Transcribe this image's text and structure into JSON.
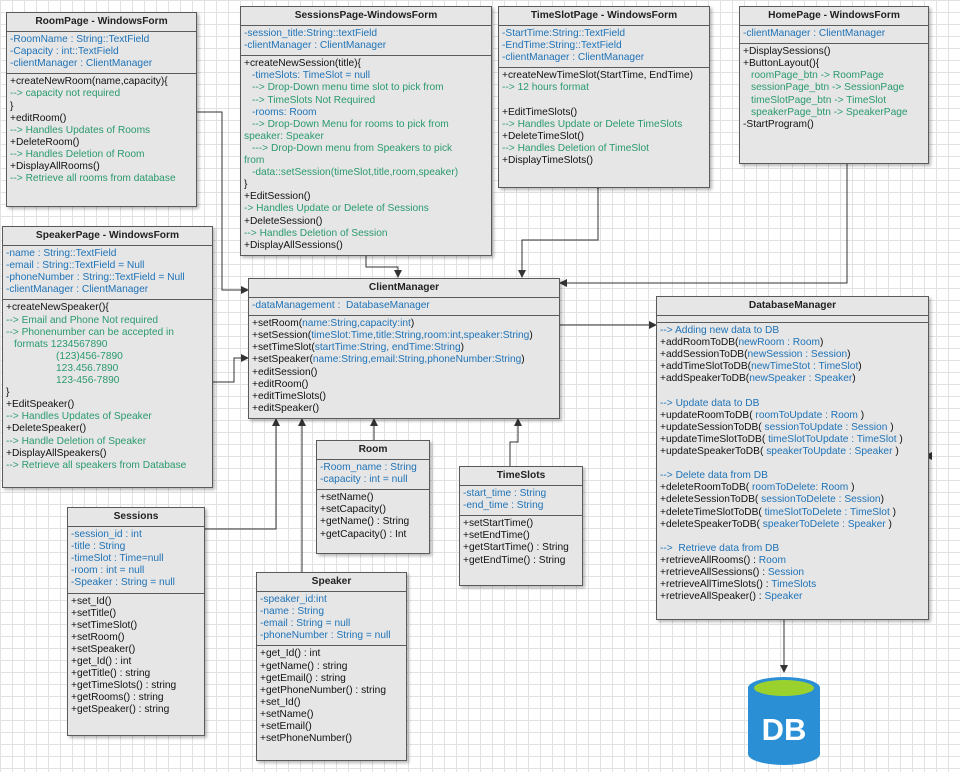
{
  "roomPage": {
    "title": "RoomPage - WindowsForm",
    "attrs": [
      "-RoomName : String::TextField",
      "-Capacity : int::TextField",
      "-clientManager : ClientManager"
    ],
    "methods": [
      {
        "t": "+createNewRoom(name,capacity){",
        "k": "m"
      },
      {
        "t": "--> capacity not required",
        "k": "c"
      },
      {
        "t": "}",
        "k": "m"
      },
      {
        "t": "+editRoom()",
        "k": "m"
      },
      {
        "t": "--> Handles Updates of Rooms",
        "k": "c"
      },
      {
        "t": "+DeleteRoom()",
        "k": "m"
      },
      {
        "t": "--> Handles Deletion of Room",
        "k": "c"
      },
      {
        "t": "+DisplayAllRooms()",
        "k": "m"
      },
      {
        "t": "--> Retrieve all rooms from database",
        "k": "c"
      }
    ]
  },
  "sessionsPage": {
    "title": "SessionsPage-WindowsForm",
    "attrs": [
      "-session_title:String::textField",
      "-clientManager : ClientManager"
    ],
    "methods": [
      {
        "t": "+createNewSession(title){",
        "k": "m"
      },
      {
        "t": "-timeSlots: TimeSlot = null",
        "k": "a",
        "i": 1
      },
      {
        "t": "--> Drop-Down menu time slot to pick from",
        "k": "c",
        "i": 1
      },
      {
        "t": "--> TimeSlots Not Required",
        "k": "c",
        "i": 1
      },
      {
        "t": "-rooms: Room",
        "k": "a",
        "i": 1
      },
      {
        "t": "--> Drop-Down Menu for rooms to pick from",
        "k": "c",
        "i": 1
      },
      {
        "t": "speaker: Speaker",
        "k": "c"
      },
      {
        "t": "---> Drop-Down menu from Speakers to pick",
        "k": "c",
        "i": 1
      },
      {
        "t": "from",
        "k": "c"
      },
      {
        "t": "-data::setSession(timeSlot,title,room,speaker)",
        "k": "c",
        "i": 1
      },
      {
        "t": "}",
        "k": "m"
      },
      {
        "t": "+EditSession()",
        "k": "m"
      },
      {
        "t": "-> Handles Update or Delete of Sessions",
        "k": "c"
      },
      {
        "t": "+DeleteSession()",
        "k": "m"
      },
      {
        "t": "--> Handles Deletion of Session",
        "k": "c"
      },
      {
        "t": "+DisplayAllSessions()",
        "k": "m"
      }
    ]
  },
  "timeSlotPage": {
    "title": "TimeSlotPage - WindowsForm",
    "attrs": [
      "-StartTime:String::TextField",
      "-EndTime:String::TextField",
      "-clientManager : ClientManager"
    ],
    "methods": [
      {
        "t": "+createNewTimeSlot(StartTime, EndTime)",
        "k": "m"
      },
      {
        "t": "--> 12 hours format",
        "k": "c"
      },
      {
        "t": " ",
        "k": "m"
      },
      {
        "t": "+EditTimeSlots()",
        "k": "m"
      },
      {
        "t": "--> Handles Update or Delete TimeSlots",
        "k": "c"
      },
      {
        "t": "+DeleteTimeSlot()",
        "k": "m"
      },
      {
        "t": "--> Handles Deletion of TimeSlot",
        "k": "c"
      },
      {
        "t": "+DisplayTimeSlots()",
        "k": "m"
      }
    ]
  },
  "homePage": {
    "title": "HomePage - WindowsForm",
    "attrs": [
      "-clientManager : ClientManager"
    ],
    "methods": [
      {
        "t": "+DisplaySessions()",
        "k": "m"
      },
      {
        "t": "+ButtonLayout(){",
        "k": "m"
      },
      {
        "t": "roomPage_btn -> RoomPage",
        "k": "c",
        "i": 1
      },
      {
        "t": "sessionPage_btn -> SessionPage",
        "k": "c",
        "i": 1
      },
      {
        "t": "timeSlotPage_btn -> TimeSlot",
        "k": "c",
        "i": 1
      },
      {
        "t": "speakerPage_btn -> SpeakerPage",
        "k": "c",
        "i": 1
      },
      {
        "t": "-StartProgram()",
        "k": "m"
      }
    ]
  },
  "speakerPage": {
    "title": "SpeakerPage - WindowsForm",
    "attrs": [
      "-name : String::TextField",
      "-email : String::TextField = Null",
      "-phoneNumber : String::TextField = Null",
      "-clientManager : ClientManager"
    ],
    "methods": [
      {
        "t": "+createNewSpeaker(){",
        "k": "m"
      },
      {
        "t": "--> Email and Phone Not required",
        "k": "c"
      },
      {
        "t": "--> Phonenumber can be accepted in",
        "k": "c"
      },
      {
        "t": "formats 1234567890",
        "k": "c",
        "i": 1
      },
      {
        "t": "(123)456-7890",
        "k": "c",
        "i": 3
      },
      {
        "t": "123.456.7890",
        "k": "c",
        "i": 3
      },
      {
        "t": "123-456-7890",
        "k": "c",
        "i": 3
      },
      {
        "t": "}",
        "k": "m"
      },
      {
        "t": "+EditSpeaker()",
        "k": "m"
      },
      {
        "t": "--> Handles Updates of Speaker",
        "k": "c"
      },
      {
        "t": "+DeleteSpeaker()",
        "k": "m"
      },
      {
        "t": "--> Handle Deletion of Speaker",
        "k": "c"
      },
      {
        "t": "+DisplayAllSpeakers()",
        "k": "m"
      },
      {
        "t": "--> Retrieve all speakers from Database",
        "k": "c"
      }
    ]
  },
  "clientManager": {
    "title": "ClientManager",
    "attrs": [
      "-dataManagement :  DatabaseManager"
    ],
    "methods": [
      {
        "parts": [
          [
            "+setRoom(",
            "m"
          ],
          [
            "name:String,capacity:int",
            "a"
          ],
          [
            ")",
            "m"
          ]
        ]
      },
      {
        "parts": [
          [
            "+setSession(",
            "m"
          ],
          [
            "timeSlot:Time,title:String,room:int,speaker:String",
            "a"
          ],
          [
            ")",
            "m"
          ]
        ]
      },
      {
        "parts": [
          [
            "+setTimeSlot(",
            "m"
          ],
          [
            "startTime:String, endTime:String",
            "a"
          ],
          [
            ")",
            "m"
          ]
        ]
      },
      {
        "parts": [
          [
            "+setSpeaker(",
            "m"
          ],
          [
            "name:String,email:String,phoneNumber:String",
            "a"
          ],
          [
            ")",
            "m"
          ]
        ]
      },
      {
        "parts": [
          [
            "+editSession()",
            "m"
          ]
        ]
      },
      {
        "parts": [
          [
            "+editRoom()",
            "m"
          ]
        ]
      },
      {
        "parts": [
          [
            "+editTimeSlots()",
            "m"
          ]
        ]
      },
      {
        "parts": [
          [
            "+editSpeaker()",
            "m"
          ]
        ]
      }
    ]
  },
  "databaseManager": {
    "title": "DatabaseManager",
    "methods": [
      {
        "parts": [
          [
            "--> Adding new data to DB",
            "a"
          ]
        ]
      },
      {
        "parts": [
          [
            "+addRoomToDB(",
            "m"
          ],
          [
            "newRoom : Room",
            "a"
          ],
          [
            ")",
            "m"
          ]
        ]
      },
      {
        "parts": [
          [
            "+addSessionToDB(",
            "m"
          ],
          [
            "newSession : Session",
            "a"
          ],
          [
            ")",
            "m"
          ]
        ]
      },
      {
        "parts": [
          [
            "+addTimeSlotToDB(",
            "m"
          ],
          [
            "newTimeStot : TimeSlot",
            "a"
          ],
          [
            ")",
            "m"
          ]
        ]
      },
      {
        "parts": [
          [
            "+addSpeakerToDB(",
            "m"
          ],
          [
            "newSpeaker : Speaker",
            "a"
          ],
          [
            ")",
            "m"
          ]
        ]
      },
      {
        "parts": [
          [
            " ",
            "m"
          ]
        ]
      },
      {
        "parts": [
          [
            "--> Update data to DB",
            "a"
          ]
        ]
      },
      {
        "parts": [
          [
            "+updateRoomToDB( ",
            "m"
          ],
          [
            "roomToUpdate : Room",
            "a"
          ],
          [
            " )",
            "m"
          ]
        ]
      },
      {
        "parts": [
          [
            "+updateSessionToDB( ",
            "m"
          ],
          [
            "sessionToUpdate : Session",
            "a"
          ],
          [
            " )",
            "m"
          ]
        ]
      },
      {
        "parts": [
          [
            "+updateTimeSlotToDB( ",
            "m"
          ],
          [
            "timeSlotToUpdate : TimeSlot",
            "a"
          ],
          [
            " )",
            "m"
          ]
        ]
      },
      {
        "parts": [
          [
            "+updateSpeakerToDB( ",
            "m"
          ],
          [
            "speakerToUpdate : Speaker",
            "a"
          ],
          [
            " )",
            "m"
          ]
        ]
      },
      {
        "parts": [
          [
            " ",
            "m"
          ]
        ]
      },
      {
        "parts": [
          [
            "--> Delete data from DB",
            "a"
          ]
        ]
      },
      {
        "parts": [
          [
            "+deleteRoomToDB( ",
            "m"
          ],
          [
            "roomToDelete: Room",
            "a"
          ],
          [
            " )",
            "m"
          ]
        ]
      },
      {
        "parts": [
          [
            "+deleteSessionToDB( ",
            "m"
          ],
          [
            "sessionToDelete : Session",
            "a"
          ],
          [
            ")",
            "m"
          ]
        ]
      },
      {
        "parts": [
          [
            "+deleteTimeSlotToDB( ",
            "m"
          ],
          [
            "timeSlotToDelete : TimeSlot",
            "a"
          ],
          [
            " )",
            "m"
          ]
        ]
      },
      {
        "parts": [
          [
            "+deleteSpeakerToDB( ",
            "m"
          ],
          [
            "speakerToDelete : Speaker",
            "a"
          ],
          [
            " )",
            "m"
          ]
        ]
      },
      {
        "parts": [
          [
            " ",
            "m"
          ]
        ]
      },
      {
        "parts": [
          [
            "-->  Retrieve data from DB",
            "a"
          ]
        ]
      },
      {
        "parts": [
          [
            "+retrieveAllRooms() : ",
            "m"
          ],
          [
            "Room",
            "a"
          ]
        ]
      },
      {
        "parts": [
          [
            "+retrieveAllSessions() : ",
            "m"
          ],
          [
            "Session",
            "a"
          ]
        ]
      },
      {
        "parts": [
          [
            "+retrieveAllTimeSlots() : ",
            "m"
          ],
          [
            "TimeSlots",
            "a"
          ]
        ]
      },
      {
        "parts": [
          [
            "+retrieveAllSpeaker() : ",
            "m"
          ],
          [
            "Speaker",
            "a"
          ]
        ]
      }
    ]
  },
  "room": {
    "title": "Room",
    "attrs": [
      "-Room_name : String",
      "-capacity : int = null"
    ],
    "methods": [
      "+setName()",
      "+setCapacity()",
      "+getName() : String",
      "+getCapacity() : Int"
    ]
  },
  "timeSlots": {
    "title": "TimeSlots",
    "attrs": [
      "-start_time : String",
      "-end_time : String"
    ],
    "methods": [
      "+setStartTime()",
      "+setEndTime()",
      "+getStartTime() : String",
      "+getEndTime() : String"
    ]
  },
  "sessions": {
    "title": "Sessions",
    "attrs": [
      "-session_id : int",
      "-title : String",
      "-timeSlot : Time=null",
      "-room : int = null",
      "-Speaker : String = null"
    ],
    "methods": [
      "+set_Id()",
      "+setTitle()",
      "+setTimeSlot()",
      "+setRoom()",
      "+setSpeaker()",
      "+get_Id() : int",
      "+getTitle() : string",
      "+getTimeSlots() : string",
      "+getRooms() : string",
      "+getSpeaker() : string"
    ]
  },
  "speaker": {
    "title": "Speaker",
    "attrs": [
      "-speaker_id:int",
      "-name : String",
      "-email : String = null",
      "-phoneNumber : String = null"
    ],
    "methods": [
      "+get_Id() : int",
      "+getName() : string",
      "+getEmail() : string",
      "+getPhoneNumber() : string",
      "+set_Id()",
      "+setName()",
      "+setEmail()",
      "+setPhoneNumber()"
    ]
  },
  "db_icon": {
    "label": "DB",
    "color_body": "#2a8fd4",
    "color_top": "#9bd12d"
  }
}
